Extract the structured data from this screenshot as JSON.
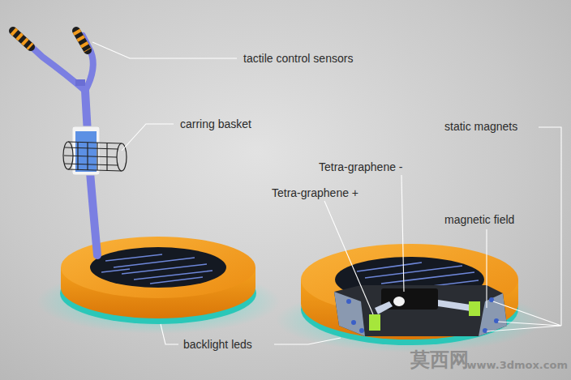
{
  "diagram": {
    "labels": [
      "tactile control sensors",
      "carring basket",
      "static magnets",
      "Tetra-graphene -",
      "Tetra-graphene +",
      "magnetic field",
      "backlight leds",
      "莫西网",
      "www.3dmox.com"
    ]
  }
}
